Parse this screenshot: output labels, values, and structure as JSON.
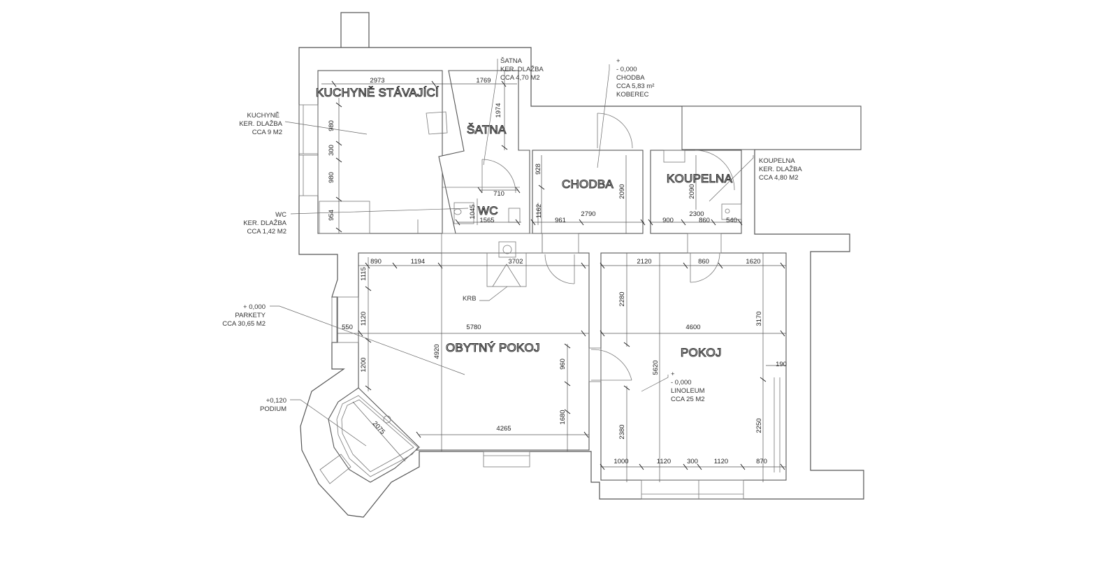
{
  "rooms": {
    "kitchen": "KUCHYNĚ STÁVAJÍCÍ",
    "closet": "ŠATNA",
    "wc": "WC",
    "hallway": "CHODBA",
    "bathroom": "KOUPELNA",
    "living": "OBYTNÝ POKOJ",
    "bedroom": "POKOJ"
  },
  "notes": {
    "kitchen": [
      "KUCHYNĚ",
      "KER. DLAŽBA",
      "CCA 9 M2"
    ],
    "wc": [
      "WC",
      "KER. DLAŽBA",
      "CCA 1,42 M2"
    ],
    "closet": [
      "ŠATNA",
      "KER. DLAŽBA",
      "CCA 4,70 M2"
    ],
    "hallway": [
      "+",
      "- 0,000",
      "CHODBA",
      "CCA 5,83 m²",
      "KOBEREC"
    ],
    "bathroom": [
      "KOUPELNA",
      "KER. DLAŽBA",
      "CCA 4,80 M2"
    ],
    "living": [
      "+ 0,000",
      "PARKETY",
      "CCA 30,65 M2"
    ],
    "podium": [
      "+0,120",
      "PODIUM"
    ],
    "bedroom": [
      "+",
      "- 0,000",
      "LINOLEUM",
      "CCA 25 M2"
    ],
    "fireplace": "KRB"
  },
  "dimensions": {
    "kitchen_top": "2973",
    "closet_top": "1769",
    "closet_height": "1974",
    "kitchen_v1": "980",
    "kitchen_v2": "300",
    "kitchen_v3": "980",
    "kitchen_v4": "954",
    "wc_top": "710",
    "wc_v": "1045",
    "wc_bottom": "1565",
    "wc_side": "1162",
    "hall_v1": "928",
    "hall_v2": "2090",
    "hall_bottom_a": "961",
    "hall_bottom_b": "2790",
    "bath_v": "2090",
    "bath_top": "2300",
    "bath_b1": "900",
    "bath_b2": "860",
    "bath_b3": "540",
    "living_t1": "890",
    "living_t2": "1194",
    "living_t3": "3702",
    "living_v1": "1115",
    "living_v2": "1120",
    "living_v3": "1200",
    "living_win": "550",
    "living_width": "5780",
    "living_height": "4920",
    "living_door": "960",
    "living_v4": "1680",
    "living_bottom": "4265",
    "podium_radius": "2075",
    "bed_t1": "2120",
    "bed_t2": "860",
    "bed_t3": "1620",
    "bed_v1": "2280",
    "bed_width": "4600",
    "bed_v2": "3170",
    "bed_height": "5620",
    "bed_side": "190",
    "bed_v3": "2380",
    "bed_v4": "2250",
    "bed_b1": "1000",
    "bed_b2": "1120",
    "bed_b3": "300",
    "bed_b4": "1120",
    "bed_b5": "870"
  }
}
